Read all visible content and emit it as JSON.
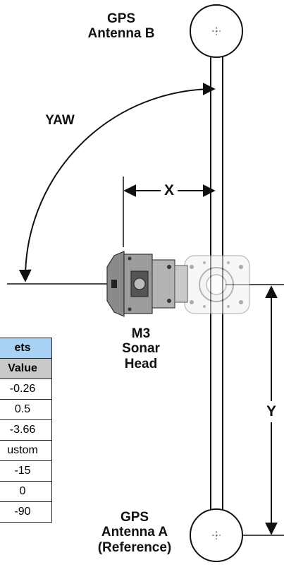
{
  "labels": {
    "antenna_b": [
      "GPS",
      "Antenna B"
    ],
    "antenna_a": [
      "GPS",
      "Antenna A",
      "(Reference)"
    ],
    "yaw": "YAW",
    "x_axis": "X",
    "y_axis": "Y",
    "sonar_head": [
      "M3",
      "Sonar",
      "Head"
    ]
  },
  "table": {
    "title": "ets",
    "header": "Value",
    "rows": [
      "-0.26",
      "0.5",
      "-3.66",
      "ustom",
      "-15",
      "0",
      "-90"
    ]
  }
}
